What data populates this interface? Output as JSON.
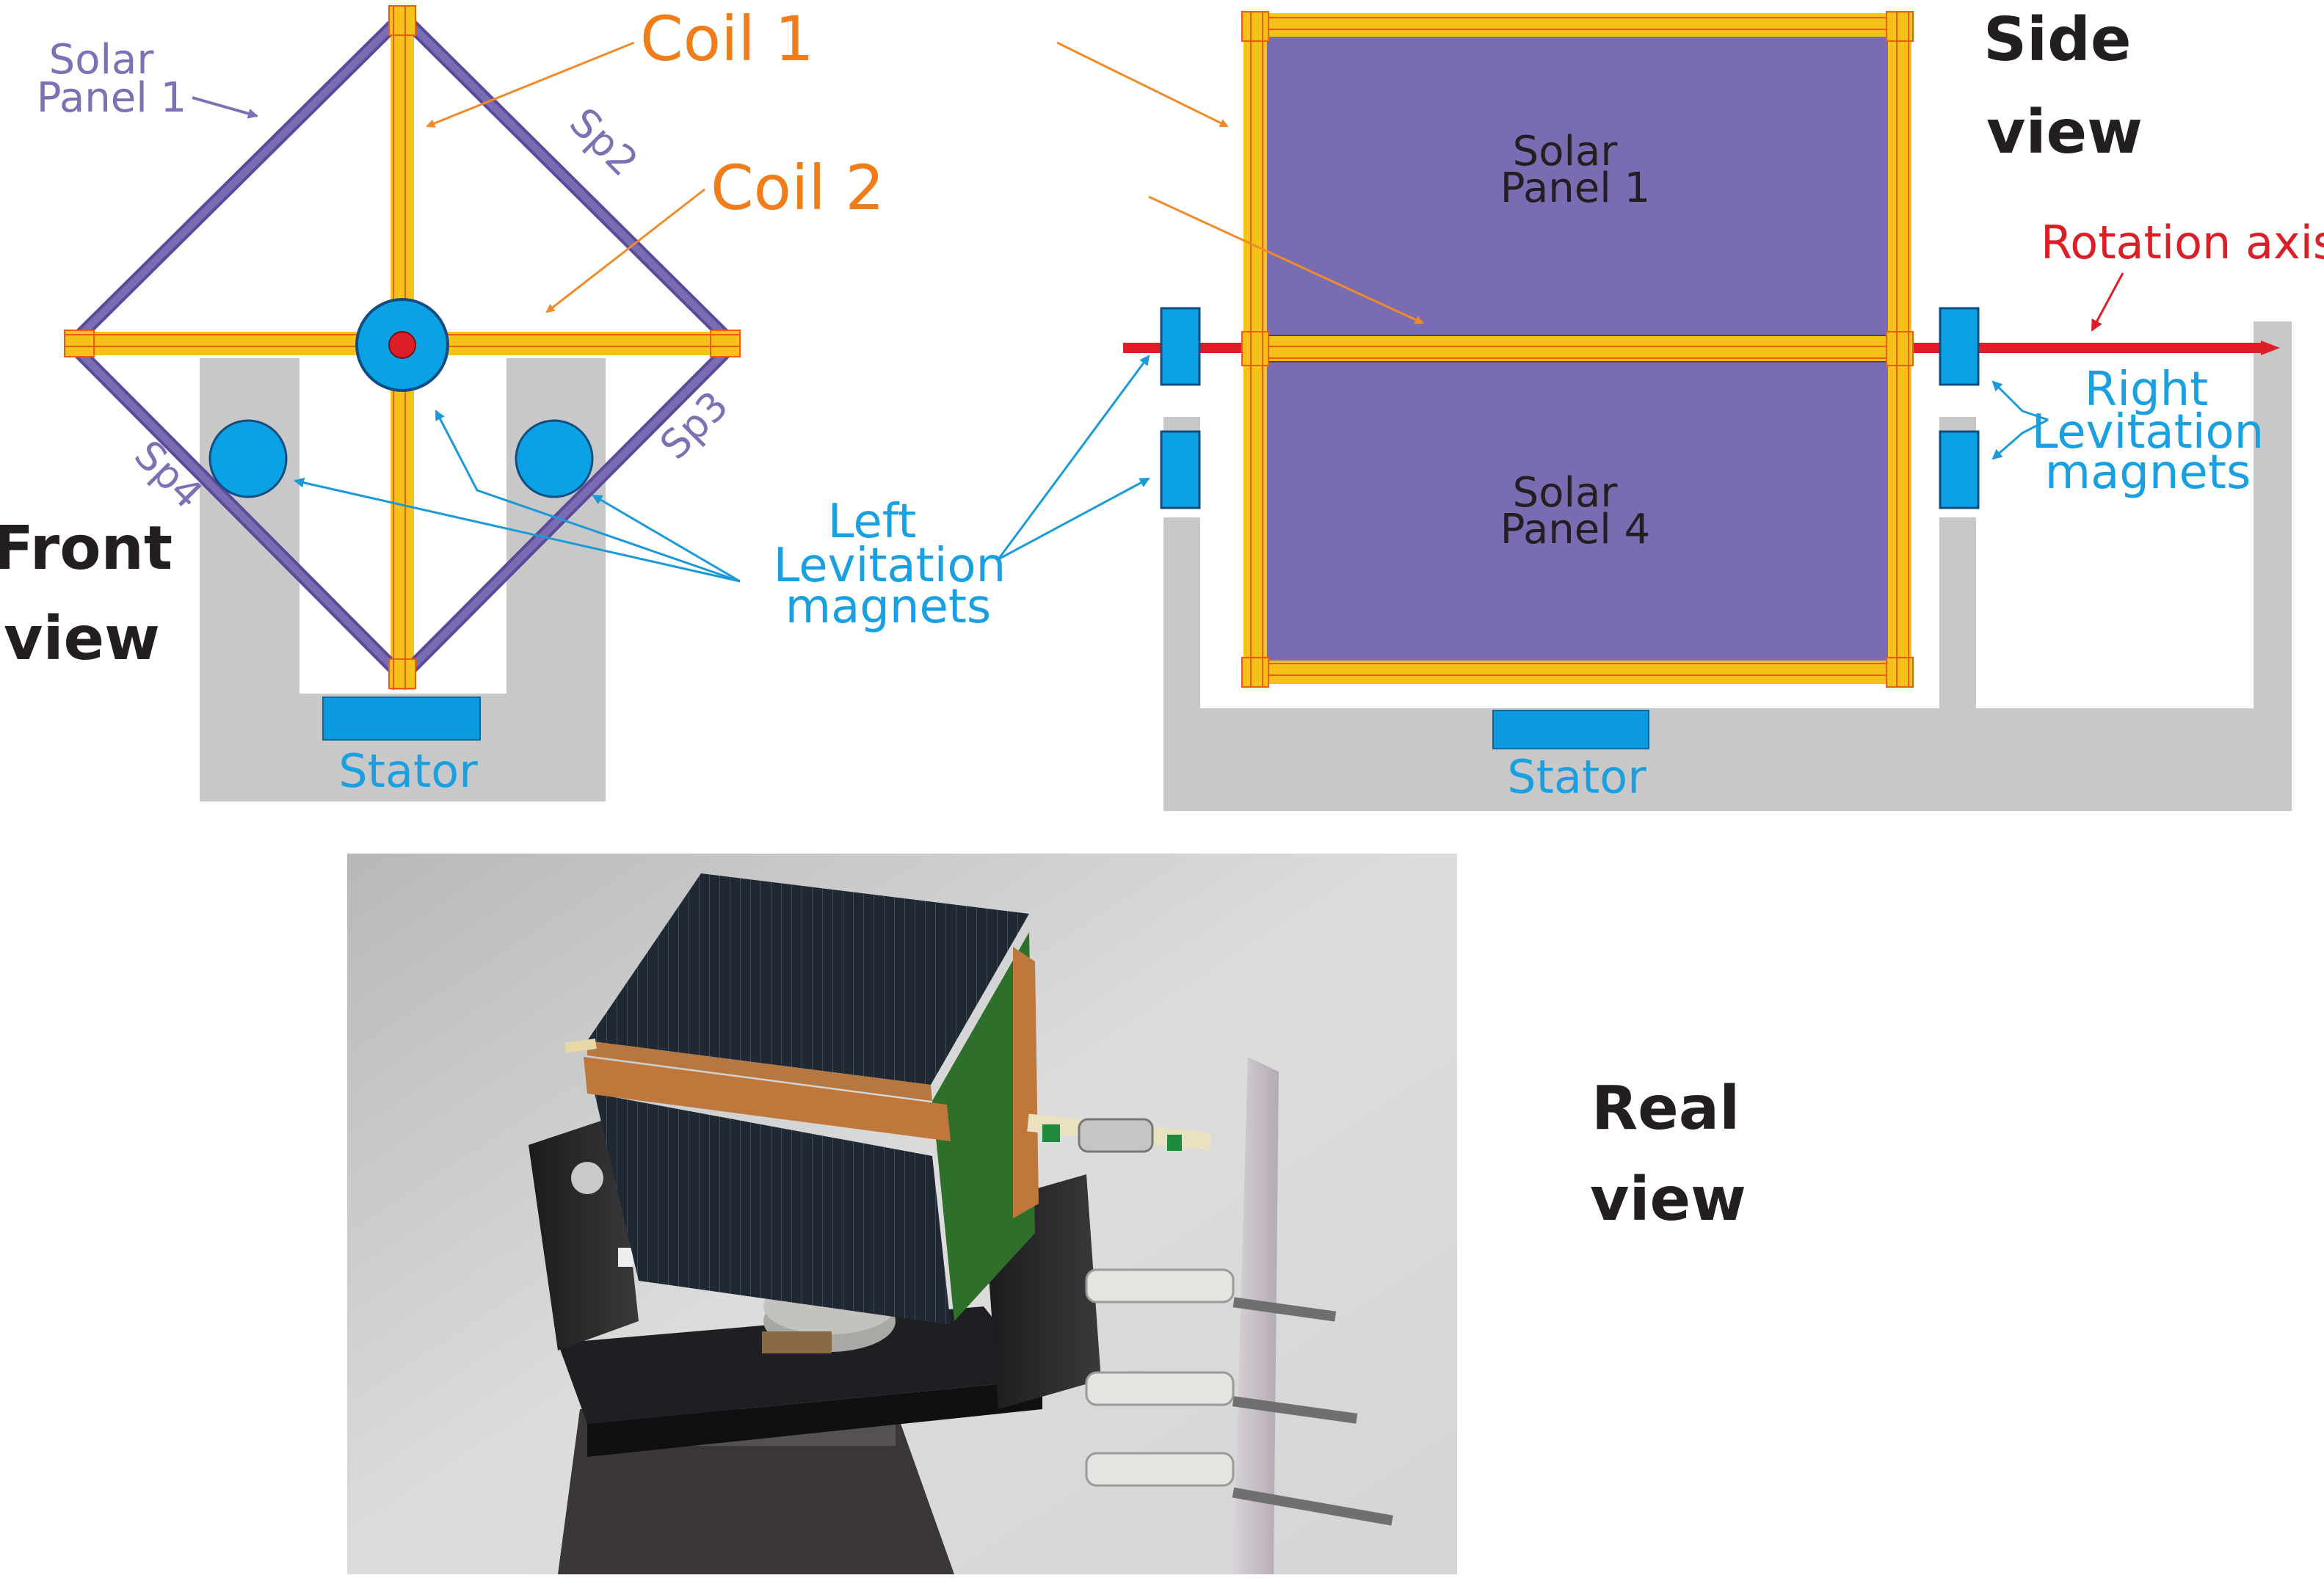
{
  "colors": {
    "coil": "#f7c21a",
    "coil_stripe": "#f25c05",
    "panel_frame": "#5b4a9c",
    "panel_fill": "#7a6cb2",
    "label_panel": "#7f70b6",
    "label_coil": "#f07d1a",
    "label_magnet": "#1aa0e0",
    "magnet": "#0aa2e4",
    "stator": "#0b9ae0",
    "support": "#c8c8c8",
    "axis": "#dc1f26",
    "arrow_blue": "#1b9ad8",
    "arrow_orange": "#f08b2a",
    "heading": "#231f20"
  },
  "front_view": {
    "heading_line1": "Front",
    "heading_line2": "view",
    "solar_panel_label_line1": "Solar",
    "solar_panel_label_line2": "Panel 1",
    "coil1_label": "Coil 1",
    "coil2_label": "Coil 2",
    "sp2": "Sp2",
    "sp3": "Sp3",
    "sp4": "Sp4",
    "stator_label": "Stator"
  },
  "levitation_left": {
    "line1": "Left",
    "line2": "Levitation",
    "line3": "magnets"
  },
  "side_view": {
    "heading_line1": "Side",
    "heading_line2": "view",
    "panel1_line1": "Solar",
    "panel1_line2": "Panel 1",
    "panel4_line1": "Solar",
    "panel4_line2": "Panel 4",
    "rotation_axis_label": "Rotation axis",
    "right_lev_line1": "Right",
    "right_lev_line2": "Levitation",
    "right_lev_line3": "magnets",
    "stator_label": "Stator"
  },
  "real_view": {
    "heading_line1": "Real",
    "heading_line2": "view"
  }
}
